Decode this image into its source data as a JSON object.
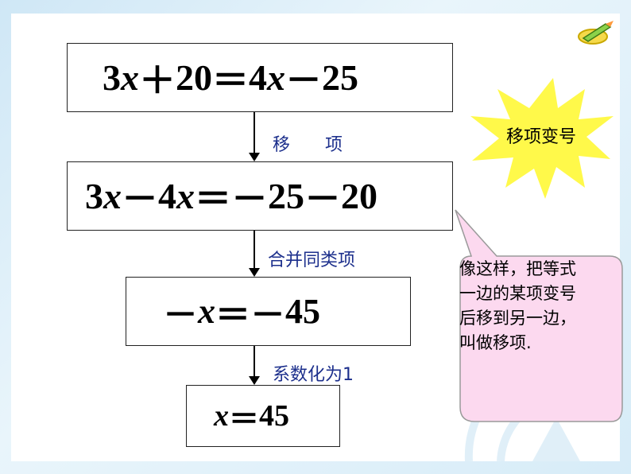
{
  "steps": [
    {
      "coef_a": "3",
      "var_a": "x",
      "op1": "＋",
      "num_a": "20",
      "eq": "＝",
      "coef_b": "4",
      "var_b": "x",
      "op2": "－",
      "num_b": "25"
    },
    {
      "coef_a": "3",
      "var_a": "x",
      "op1": "－",
      "coef_b": "4",
      "var_b": "x",
      "eq": "＝",
      "rhs_op1": "－",
      "num_a": "25",
      "rhs_op2": "－",
      "num_b": "20"
    },
    {
      "lhs_op": "－",
      "var": "x",
      "eq": "＝",
      "rhs_op": "－",
      "num": "45"
    },
    {
      "var": "x",
      "eq": "＝",
      "num": "45"
    }
  ],
  "arrows": {
    "label_1": "移　　项",
    "label_2": "合并同类项",
    "label_3": "系数化为1"
  },
  "starburst": {
    "text": "移项变号"
  },
  "callout": {
    "lines": [
      "像这样，把等式",
      "一边的某项变号",
      "后移到另一边，",
      "叫做移项."
    ]
  },
  "colors": {
    "label": "#1c2f8c",
    "starburst": "#fff94a",
    "callout_fill": "#fcd9ef",
    "callout_border": "#9a9a9a"
  }
}
